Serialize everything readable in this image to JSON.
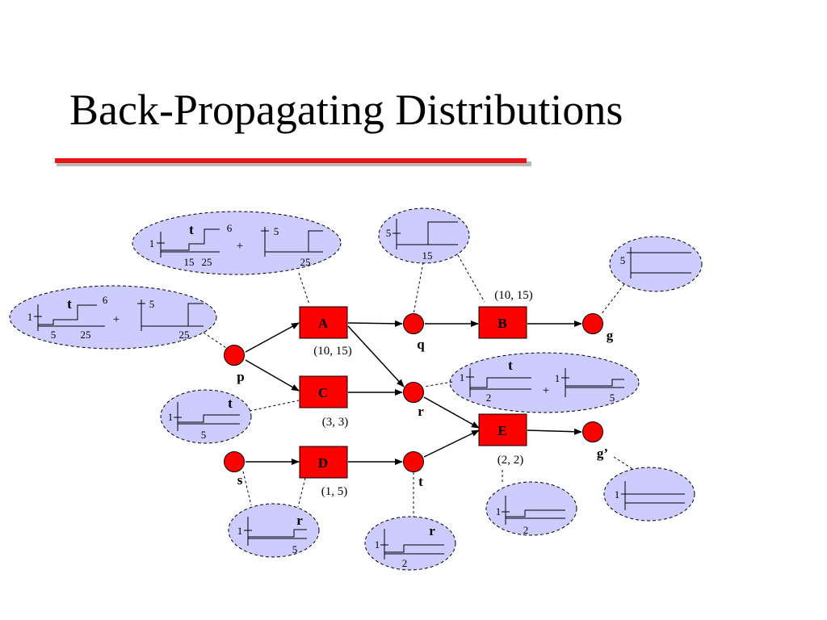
{
  "title": "Back-Propagating Distributions",
  "colors": {
    "accent": "#e8151b",
    "node_fill": "#ff0000",
    "bubble_fill": "#ccccff",
    "edge": "#000000"
  },
  "actions": [
    {
      "id": "A",
      "duration": "(10, 15)"
    },
    {
      "id": "B",
      "duration": "(10, 15)"
    },
    {
      "id": "C",
      "duration": "(3, 3)"
    },
    {
      "id": "D",
      "duration": "(1, 5)"
    },
    {
      "id": "E",
      "duration": "(2, 2)"
    }
  ],
  "facts": [
    "p",
    "q",
    "r",
    "s",
    "t",
    "g",
    "g’"
  ],
  "edges": [
    [
      "p",
      "A"
    ],
    [
      "p",
      "C"
    ],
    [
      "s",
      "D"
    ],
    [
      "A",
      "q"
    ],
    [
      "A",
      "r"
    ],
    [
      "C",
      "r"
    ],
    [
      "D",
      "t"
    ],
    [
      "q",
      "B"
    ],
    [
      "B",
      "g"
    ],
    [
      "r",
      "E"
    ],
    [
      "t",
      "E"
    ],
    [
      "E",
      "g’"
    ]
  ],
  "distributions": [
    {
      "attached_to": "p",
      "term1": {
        "var": "t",
        "y": "1",
        "x": [
          "5",
          "25"
        ],
        "top": "6"
      },
      "op": "+",
      "term2": {
        "y": "5",
        "x": [
          "25"
        ]
      }
    },
    {
      "attached_to": "A",
      "term1": {
        "var": "t",
        "y": "1",
        "x": [
          "15",
          "25"
        ],
        "top": "6"
      },
      "op": "+",
      "term2": {
        "y": "5",
        "x": [
          "25"
        ]
      }
    },
    {
      "attached_to": "q",
      "term1": {
        "y": "5",
        "x": [
          "15"
        ]
      }
    },
    {
      "attached_to": "g",
      "term1": {
        "y": "5"
      }
    },
    {
      "attached_to": "r",
      "term1": {
        "var": "t",
        "y": "1",
        "x": [
          "2"
        ]
      },
      "op": "+",
      "term2": {
        "y": "1",
        "x": [
          "5"
        ]
      }
    },
    {
      "attached_to": "C",
      "term1": {
        "var": "t",
        "y": "1",
        "x": [
          "5"
        ]
      }
    },
    {
      "attached_to": "s",
      "term1": {
        "var": "r",
        "y": "1",
        "x": [
          "5"
        ]
      }
    },
    {
      "attached_to": "t",
      "term1": {
        "var": "r",
        "y": "1",
        "x": [
          "2"
        ]
      }
    },
    {
      "attached_to": "E",
      "term1": {
        "y": "1",
        "x": [
          "2"
        ]
      }
    },
    {
      "attached_to": "g’",
      "term1": {
        "y": "1"
      }
    }
  ]
}
